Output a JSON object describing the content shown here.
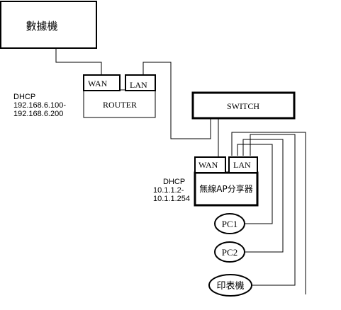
{
  "nodes": {
    "data_device": {
      "label": "數據機"
    },
    "router": {
      "label": "ROUTER",
      "wan_label": "WAN",
      "lan_label": "LAN"
    },
    "switch": {
      "label": "SWITCH"
    },
    "wireless_ap": {
      "label": "無線AP分享器",
      "wan_label": "WAN",
      "lan_label": "LAN"
    },
    "pc1": {
      "label": "PC1"
    },
    "pc2": {
      "label": "PC2"
    },
    "printer": {
      "label": "印表機"
    }
  },
  "notes": {
    "router_dhcp": {
      "line1": "DHCP",
      "line2": "192.168.6.100-",
      "line3": "192.168.6.200"
    },
    "ap_dhcp": {
      "line1": "DHCP",
      "line2": "10.1.1.2-",
      "line3": "10.1.1.254"
    }
  }
}
